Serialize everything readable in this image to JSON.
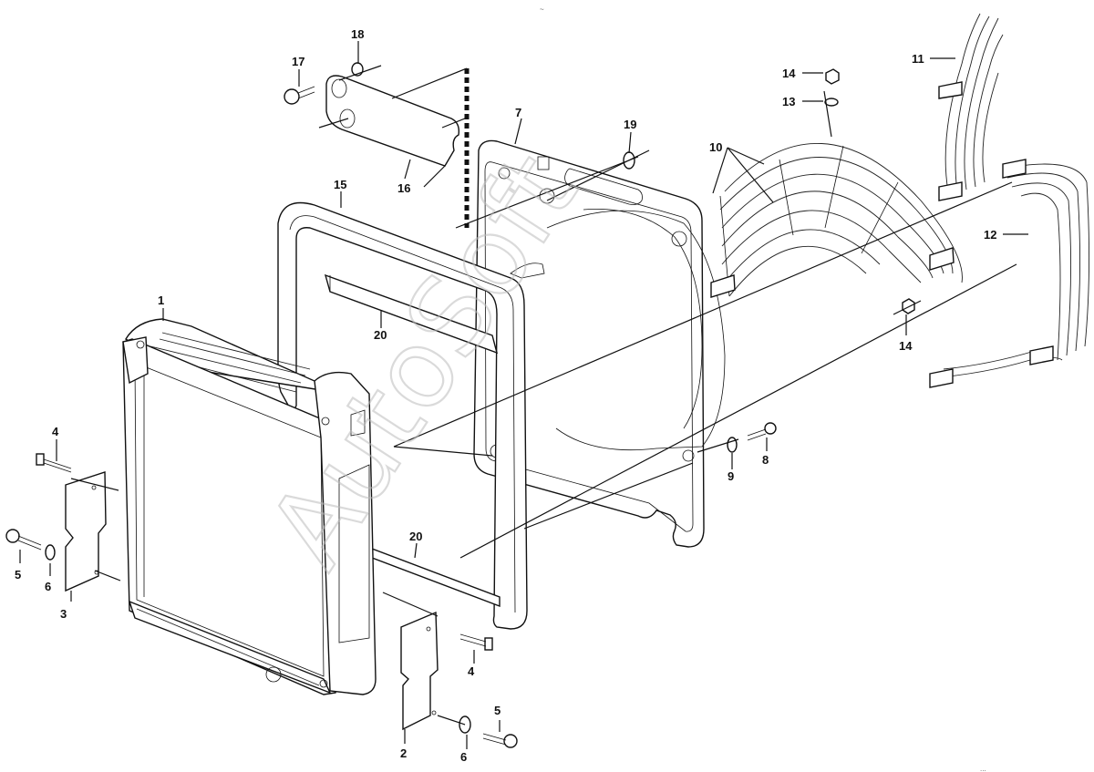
{
  "watermark": "AutoSoft",
  "top_mark": "~",
  "reference_code": "...",
  "callouts": [
    {
      "id": "c1",
      "label": "1"
    },
    {
      "id": "c2",
      "label": "2"
    },
    {
      "id": "c3",
      "label": "3"
    },
    {
      "id": "c4a",
      "label": "4"
    },
    {
      "id": "c4b",
      "label": "4"
    },
    {
      "id": "c5a",
      "label": "5"
    },
    {
      "id": "c5b",
      "label": "5"
    },
    {
      "id": "c6a",
      "label": "6"
    },
    {
      "id": "c6b",
      "label": "6"
    },
    {
      "id": "c7",
      "label": "7"
    },
    {
      "id": "c8",
      "label": "8"
    },
    {
      "id": "c9",
      "label": "9"
    },
    {
      "id": "c10",
      "label": "10"
    },
    {
      "id": "c11",
      "label": "11"
    },
    {
      "id": "c12",
      "label": "12"
    },
    {
      "id": "c13",
      "label": "13"
    },
    {
      "id": "c14a",
      "label": "14"
    },
    {
      "id": "c14b",
      "label": "14"
    },
    {
      "id": "c15",
      "label": "15"
    },
    {
      "id": "c16",
      "label": "16"
    },
    {
      "id": "c17",
      "label": "17"
    },
    {
      "id": "c18",
      "label": "18"
    },
    {
      "id": "c19",
      "label": "19"
    },
    {
      "id": "c20a",
      "label": "20"
    },
    {
      "id": "c20b",
      "label": "20"
    }
  ]
}
